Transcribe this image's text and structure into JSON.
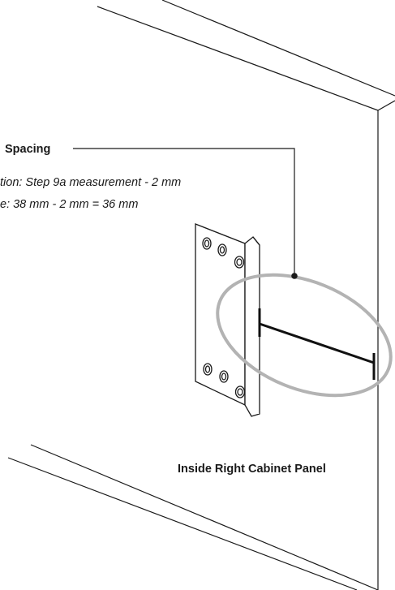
{
  "callout": {
    "title": "Spacing",
    "line1": "tion: Step 9a measurement - 2 mm",
    "line2": "e: 38 mm - 2 mm = 36 mm"
  },
  "panel_label": "Inside Right Cabinet Panel",
  "colors": {
    "line": "#1a1a1a",
    "highlight_circle": "#b3b3b3",
    "measurement_bar": "#111111"
  }
}
